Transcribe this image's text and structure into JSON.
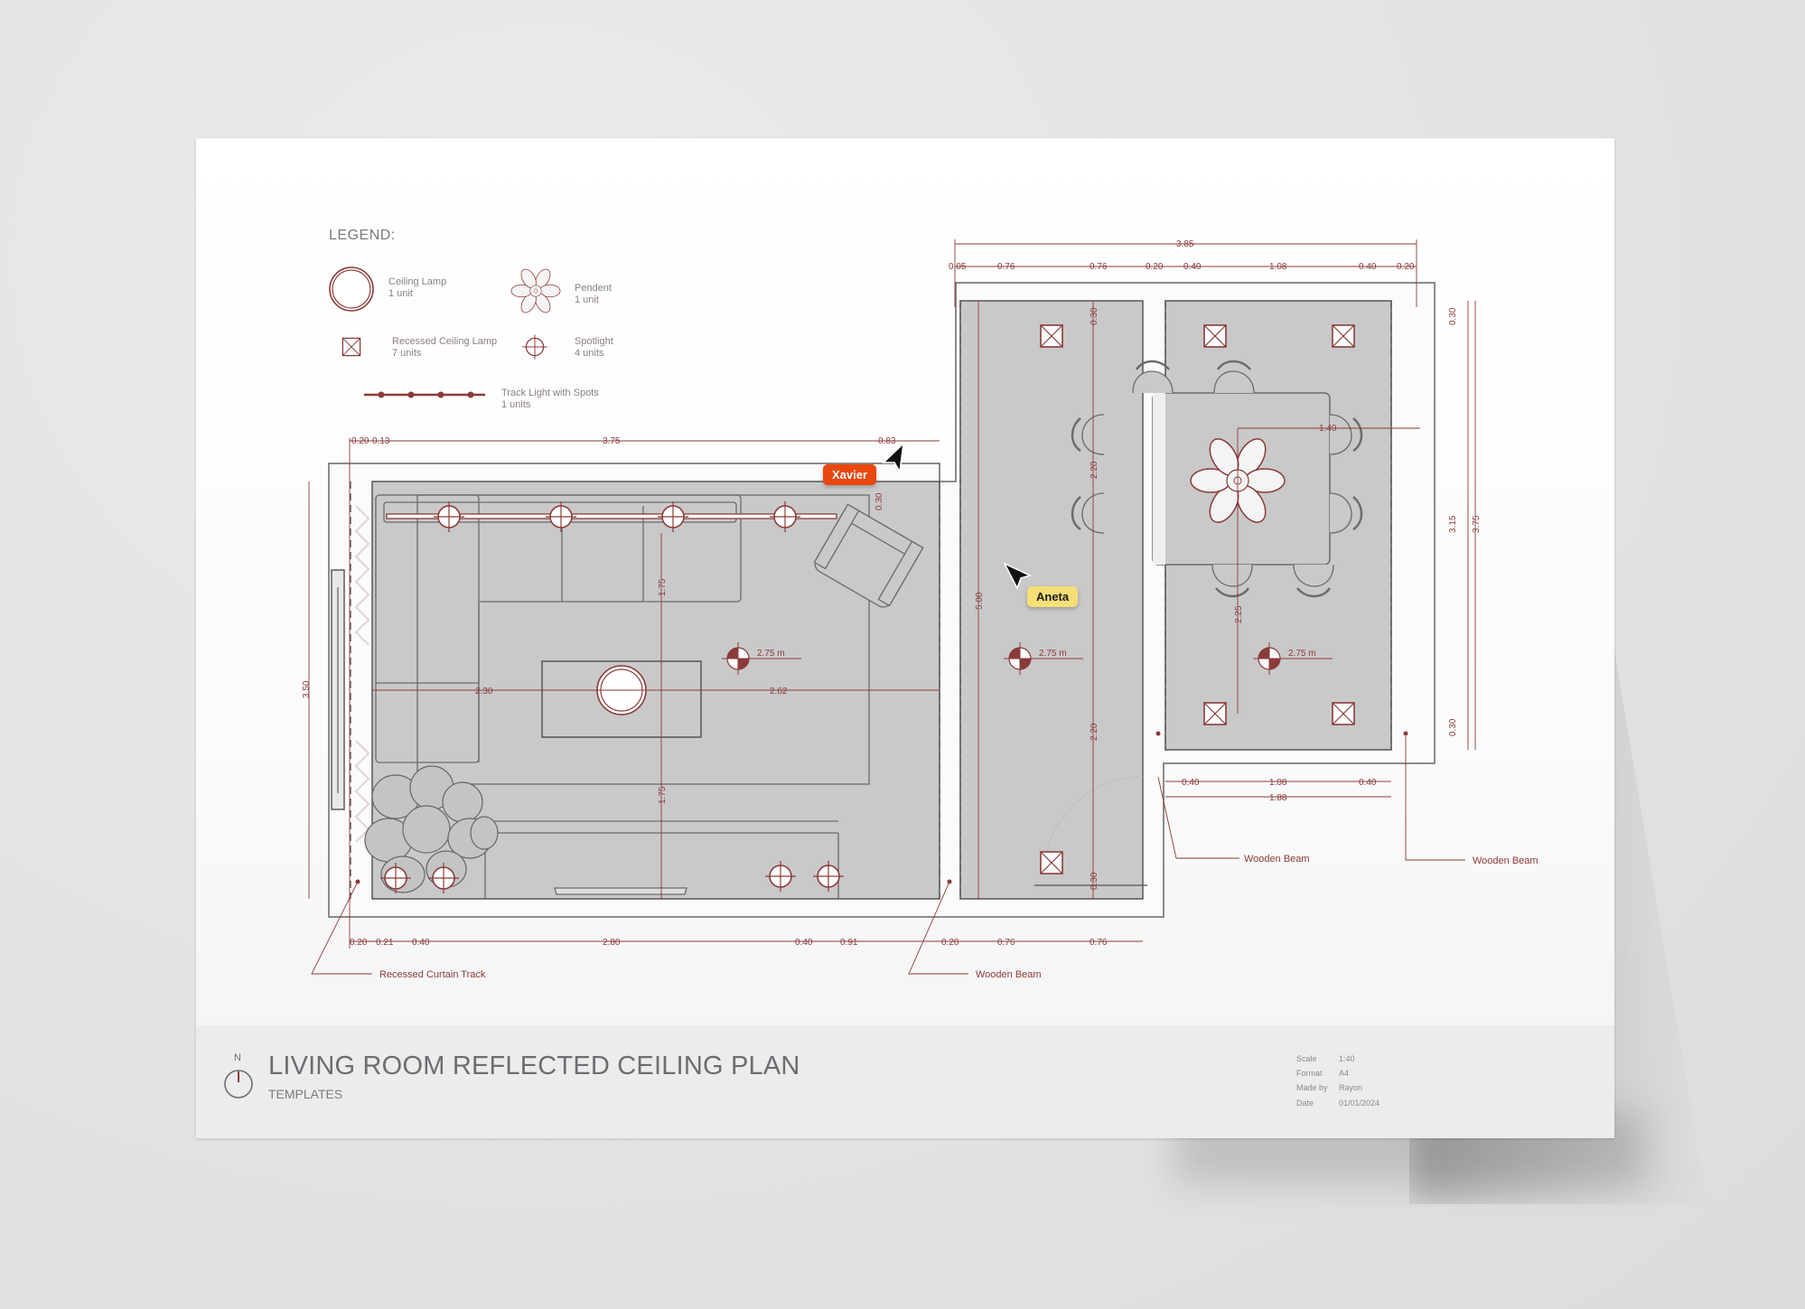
{
  "legend": {
    "title": "LEGEND:",
    "items": [
      {
        "icon": "ceiling-lamp-icon",
        "name": "Ceiling Lamp",
        "count": "1 unit"
      },
      {
        "icon": "pendant-icon",
        "name": "Pendent",
        "count": "1 unit"
      },
      {
        "icon": "recessed-ceiling-lamp-icon",
        "name": "Recessed Ceiling Lamp",
        "count": "7 units"
      },
      {
        "icon": "spotlight-icon",
        "name": "Spotlight",
        "count": "4 units"
      },
      {
        "icon": "track-light-icon",
        "name": "Track Light with Spots",
        "count": "1 units"
      }
    ]
  },
  "title_block": {
    "north_label": "N",
    "title": "LIVING ROOM REFLECTED CEILING PLAN",
    "subtitle": "TEMPLATES",
    "info": [
      {
        "label": "Scale",
        "value": "1:40"
      },
      {
        "label": "Format",
        "value": "A4"
      },
      {
        "label": "Made by",
        "value": "Rayon"
      },
      {
        "label": "Date",
        "value": "01/01/2024"
      }
    ]
  },
  "collaborators": [
    {
      "name": "Xavier",
      "color": "#e8480f"
    },
    {
      "name": "Aneta",
      "color": "#f5df76"
    }
  ],
  "dimensions": {
    "top_overall": "3.85",
    "top_segments": [
      "0.05",
      "0.76",
      "0.76",
      "0.20",
      "0.40",
      "1.08",
      "0.40",
      "0.20"
    ],
    "living_top": [
      "0.20",
      "0.13",
      "3.75",
      "0.83"
    ],
    "living_left_height": "3.50",
    "living_bottom": [
      "0.20",
      "0.21",
      "0.40",
      "2.80",
      "0.40",
      "0.91",
      "0.20",
      "0.76",
      "0.76"
    ],
    "living_inner": {
      "h_left": "2.30",
      "h_right": "2.62",
      "v_top": "1.75",
      "v_bottom": "1.75",
      "track_offset": "0.30"
    },
    "middle_height": "5.00",
    "middle_right": [
      "0.30",
      "2.20",
      "2.20",
      "0.30"
    ],
    "dining_right": [
      "0.30",
      "3.15",
      "0.30"
    ],
    "dining_right_overall": "3.75",
    "dining_bottom": [
      "0.40",
      "1.08",
      "0.40"
    ],
    "dining_bottom_overall": "1.88",
    "dining_inner": {
      "pendant_offset": "1.49",
      "vertical": "2.25"
    },
    "heights": [
      "2.75 m",
      "2.75 m",
      "2.75 m"
    ]
  },
  "callouts": {
    "curtain": "Recessed Curtain Track",
    "beam1": "Wooden Beam",
    "beam2": "Wooden Beam",
    "beam3": "Wooden Beam"
  },
  "colors": {
    "accent": "#8b3a3a",
    "floor": "#c9c9c9",
    "wall": "#555555"
  }
}
